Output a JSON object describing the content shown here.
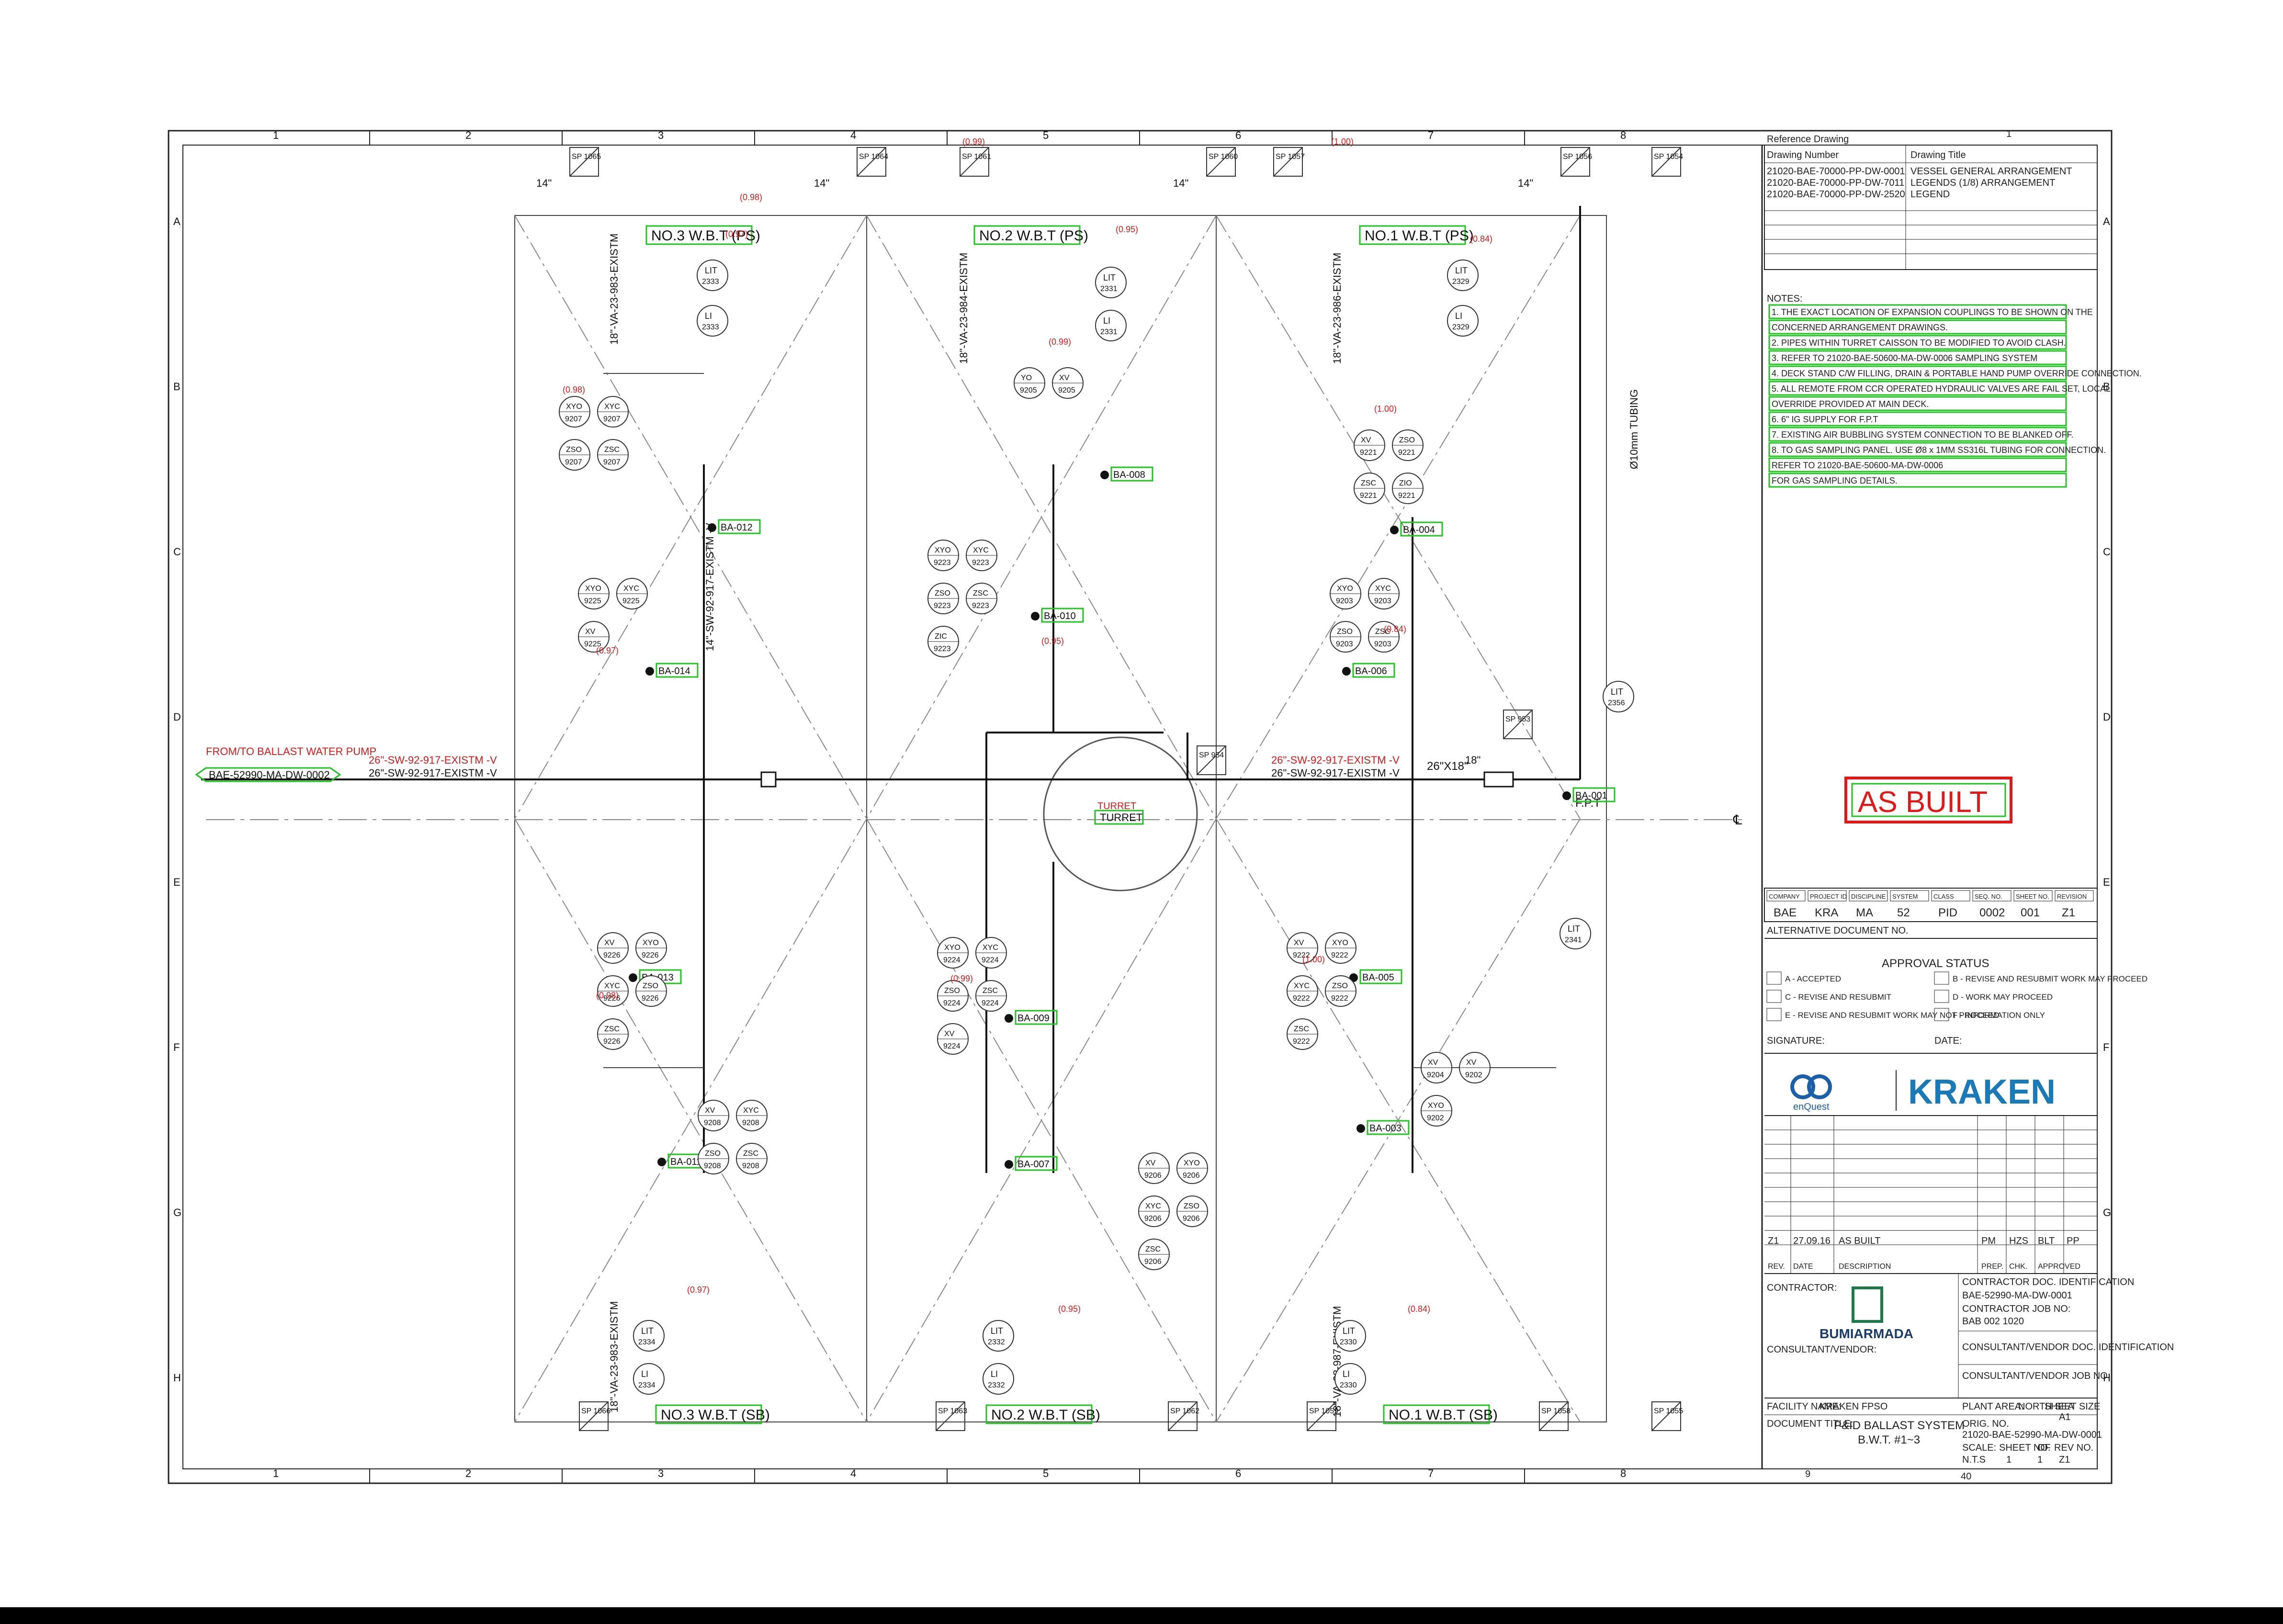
{
  "grid": {
    "columns": [
      "1",
      "2",
      "3",
      "4",
      "5",
      "6",
      "7",
      "8"
    ],
    "rows": [
      "A",
      "B",
      "C",
      "D",
      "E",
      "F",
      "G",
      "H"
    ]
  },
  "tanks": [
    {
      "name": "NO.3 W.B.T (PS)"
    },
    {
      "name": "NO.2 W.B.T (PS)"
    },
    {
      "name": "NO.1 W.B.T (PS)"
    },
    {
      "name": "NO.3 W.B.T (SB)"
    },
    {
      "name": "NO.2 W.B.T (SB)"
    },
    {
      "name": "NO.1 W.B.T (SB)"
    }
  ],
  "turret": "TURRET",
  "line_refs": {
    "from_pump": "FROM/TO BALLAST WATER PUMP",
    "from_pump_doc": "BAE-52990-MA-DW-0002",
    "main_line_left": "26\"-SW-92-917-EXISTM -V",
    "main_line_right": "26\"-SW-92-917-EXISTM -V",
    "riser_main": "14\"-SW-92-917-EXISTM -V",
    "riser_ps3": "18\"-VA-23-983-EXISTM",
    "riser_ps2": "18\"-VA-23-984-EXISTM",
    "riser_ps1": "18\"-VA-23-986-EXISTM",
    "riser_sb3": "18\"-VA-23-983-EXISTM",
    "riser_sb1": "18\"-VA-23-987-EXISTM",
    "tubing": "Ø10mm TUBING",
    "reducer": "26\"X18\"",
    "fpt": "F.P.T",
    "sizes": {
      "s14": "14\"",
      "s18": "18\""
    }
  },
  "valves": [
    "BA-012",
    "BA-014",
    "BA-013",
    "BA-011",
    "BA-008",
    "BA-010",
    "BA-009",
    "BA-007",
    "BA-004",
    "BA-006",
    "BA-005",
    "BA-003",
    "BA-001"
  ],
  "vent_heads": [
    "SP 1065",
    "SP 1064",
    "SP 1061",
    "SP 1060",
    "SP 1057",
    "SP 1056",
    "SP 1054",
    "SP 1066",
    "SP 1063",
    "SP 1062",
    "SP 1059",
    "SP 1058",
    "SP 1055",
    "SP 953",
    "SP 954"
  ],
  "instruments": [
    {
      "tag": "LIT",
      "num": "2333"
    },
    {
      "tag": "LI",
      "num": "2333"
    },
    {
      "tag": "LIT",
      "num": "2331"
    },
    {
      "tag": "LI",
      "num": "2331"
    },
    {
      "tag": "LIT",
      "num": "2329"
    },
    {
      "tag": "LI",
      "num": "2329"
    },
    {
      "tag": "LIT",
      "num": "2334"
    },
    {
      "tag": "LI",
      "num": "2334"
    },
    {
      "tag": "LIT",
      "num": "2332"
    },
    {
      "tag": "LI",
      "num": "2332"
    },
    {
      "tag": "LIT",
      "num": "2330"
    },
    {
      "tag": "LI",
      "num": "2330"
    },
    {
      "tag": "LIT",
      "num": "2356"
    },
    {
      "tag": "LIT",
      "num": "2341"
    }
  ],
  "valve_bubbles": [
    {
      "a": "XYO",
      "b": "9207"
    },
    {
      "a": "XYC",
      "b": "9207"
    },
    {
      "a": "ZSO",
      "b": "9207"
    },
    {
      "a": "ZSC",
      "b": "9207"
    },
    {
      "a": "XYO",
      "b": "9225"
    },
    {
      "a": "XYC",
      "b": "9225"
    },
    {
      "a": "XV",
      "b": "9225"
    },
    {
      "a": "YO",
      "b": "9205"
    },
    {
      "a": "XV",
      "b": "9205"
    },
    {
      "a": "XYO",
      "b": "9223"
    },
    {
      "a": "XYC",
      "b": "9223"
    },
    {
      "a": "ZSO",
      "b": "9223"
    },
    {
      "a": "ZSC",
      "b": "9223"
    },
    {
      "a": "ZIC",
      "b": "9223"
    },
    {
      "a": "XV",
      "b": "9221"
    },
    {
      "a": "ZSO",
      "b": "9221"
    },
    {
      "a": "ZSC",
      "b": "9221"
    },
    {
      "a": "ZIO",
      "b": "9221"
    },
    {
      "a": "XYO",
      "b": "9203"
    },
    {
      "a": "XYC",
      "b": "9203"
    },
    {
      "a": "ZSO",
      "b": "9203"
    },
    {
      "a": "ZSC",
      "b": "9203"
    },
    {
      "a": "XV",
      "b": "9226"
    },
    {
      "a": "XYO",
      "b": "9226"
    },
    {
      "a": "XYC",
      "b": "9226"
    },
    {
      "a": "ZSO",
      "b": "9226"
    },
    {
      "a": "ZSC",
      "b": "9226"
    },
    {
      "a": "XV",
      "b": "9208"
    },
    {
      "a": "XYC",
      "b": "9208"
    },
    {
      "a": "ZSO",
      "b": "9208"
    },
    {
      "a": "ZSC",
      "b": "9208"
    },
    {
      "a": "XYO",
      "b": "9224"
    },
    {
      "a": "XYC",
      "b": "9224"
    },
    {
      "a": "ZSO",
      "b": "9224"
    },
    {
      "a": "ZSC",
      "b": "9224"
    },
    {
      "a": "XV",
      "b": "9224"
    },
    {
      "a": "XV",
      "b": "9206"
    },
    {
      "a": "XYO",
      "b": "9206"
    },
    {
      "a": "XYC",
      "b": "9206"
    },
    {
      "a": "ZSO",
      "b": "9206"
    },
    {
      "a": "ZSC",
      "b": "9206"
    },
    {
      "a": "XV",
      "b": "9222"
    },
    {
      "a": "XYO",
      "b": "9222"
    },
    {
      "a": "XYC",
      "b": "9222"
    },
    {
      "a": "ZSO",
      "b": "9222"
    },
    {
      "a": "ZSC",
      "b": "9222"
    },
    {
      "a": "XV",
      "b": "9204"
    },
    {
      "a": "XV",
      "b": "9202"
    },
    {
      "a": "XYO",
      "b": "9202"
    }
  ],
  "red_scores": {
    "s098": "(0.98)",
    "s099": "(0.99)",
    "s100": "(1.00)",
    "s097": "(0.97)",
    "s095": "(0.95)",
    "s084": "(0.84)"
  },
  "title_block": {
    "ref_header": "Reference Drawing",
    "ref_cols": [
      "Drawing Number",
      "Drawing Title"
    ],
    "ref_rows": [
      {
        "num": "21020-BAE-70000-PP-DW-0001",
        "title": "VESSEL GENERAL ARRANGEMENT"
      },
      {
        "num": "21020-BAE-70000-PP-DW-7011",
        "title": "LEGENDS (1/8) ARRANGEMENT"
      },
      {
        "num": "21020-BAE-70000-PP-DW-2520",
        "title": "LEGEND"
      }
    ],
    "notes_title": "NOTES:",
    "notes": [
      "1. THE EXACT LOCATION OF EXPANSION COUPLINGS TO BE SHOWN ON THE",
      "   CONCERNED ARRANGEMENT DRAWINGS.",
      "2. PIPES WITHIN TURRET CAISSON TO BE MODIFIED TO AVOID CLASH.",
      "3. REFER TO 21020-BAE-50600-MA-DW-0006 SAMPLING SYSTEM",
      "4. DECK STAND C/W FILLING, DRAIN & PORTABLE HAND PUMP OVERRIDE CONNECTION.",
      "5. ALL REMOTE FROM CCR OPERATED HYDRAULIC VALVES ARE FAIL SET, LOCAL.",
      "   OVERRIDE PROVIDED AT MAIN DECK.",
      "6. 6\" IG SUPPLY FOR F.P.T",
      "7. EXISTING AIR BUBBLING SYSTEM CONNECTION TO BE BLANKED OFF.",
      "8. TO GAS SAMPLING PANEL. USE Ø8 x 1MM SS316L TUBING FOR CONNECTION.",
      "   REFER TO 21020-BAE-50600-MA-DW-0006",
      "   FOR GAS SAMPLING DETAILS."
    ],
    "stamp": "AS BUILT",
    "id_labels": [
      "COMPANY",
      "PROJECT ID",
      "DISCIPLINE",
      "SYSTEM",
      "CLASS",
      "SEQ. NO.",
      "SHEET NO.",
      "REVISION"
    ],
    "id_values": [
      "BAE",
      "KRA",
      "MA",
      "52",
      "PID",
      "0002",
      "001",
      "Z1"
    ],
    "alt_doc": "ALTERNATIVE DOCUMENT NO.",
    "approval_title": "APPROVAL STATUS",
    "approval_items": [
      "A - ACCEPTED",
      "B - REVISE AND RESUBMIT WORK MAY PROCEED",
      "C - REVISE AND RESUBMIT",
      "D - WORK MAY PROCEED",
      "E - REVISE AND RESUBMIT WORK MAY NOT PROCEED",
      "F - INFORMATION ONLY"
    ],
    "signature": "SIGNATURE:",
    "date_lbl": "DATE:",
    "logo_enquest": "enQuest",
    "logo_kraken": "KRAKEN",
    "rev_row": {
      "rev": "Z1",
      "date": "27.09.16",
      "desc": "AS BUILT",
      "pm": "PM",
      "chk": "HZS",
      "prep": "BLT",
      "app": "PP"
    },
    "rev_headers": [
      "REV.",
      "DATE",
      "DESCRIPTION",
      "PREP.",
      "CHK.",
      "APPROVED"
    ],
    "contractor_lbl": "CONTRACTOR:",
    "contractor": "BUMIARMADA",
    "consultant_lbl": "CONSULTANT/VENDOR:",
    "contractor_doc_lbl": "CONTRACTOR DOC. IDENTIFICATION",
    "contractor_doc": "BAE-52990-MA-DW-0001",
    "job_no_lbl": "CONTRACTOR JOB NO:",
    "job_no": "BAB 002 1020",
    "consult_doc_lbl": "CONSULTANT/VENDOR DOC. IDENTIFICATION",
    "consult_job_lbl": "CONSULTANT/VENDOR JOB NO:",
    "facility_lbl": "FACILITY NAME:",
    "facility": "KRAKEN FPSO",
    "plant_area_lbl": "PLANT AREA:",
    "plant_area": "NORTH SEA",
    "doc_title_lbl": "DOCUMENT TITLE:",
    "doc_title_1": "P&ID BALLAST SYSTEM",
    "doc_title_2": "B.W.T. #1~3",
    "orig_no_lbl": "ORIG. NO.",
    "orig_no": "21020-BAE-52990-MA-DW-0001",
    "scale_lbl": "SCALE:",
    "scale": "N.T.S",
    "sheet_lbl": "SHEET NO.",
    "sheet": "1",
    "of_lbl": "OF",
    "of": "1",
    "rev_no_lbl": "REV NO.",
    "rev_no": "Z1",
    "sheet_size_lbl": "SHEET SIZE",
    "sheet_size": "A1",
    "page_marker": "1",
    "page_bottom": "9",
    "page_bottom2": "40"
  }
}
